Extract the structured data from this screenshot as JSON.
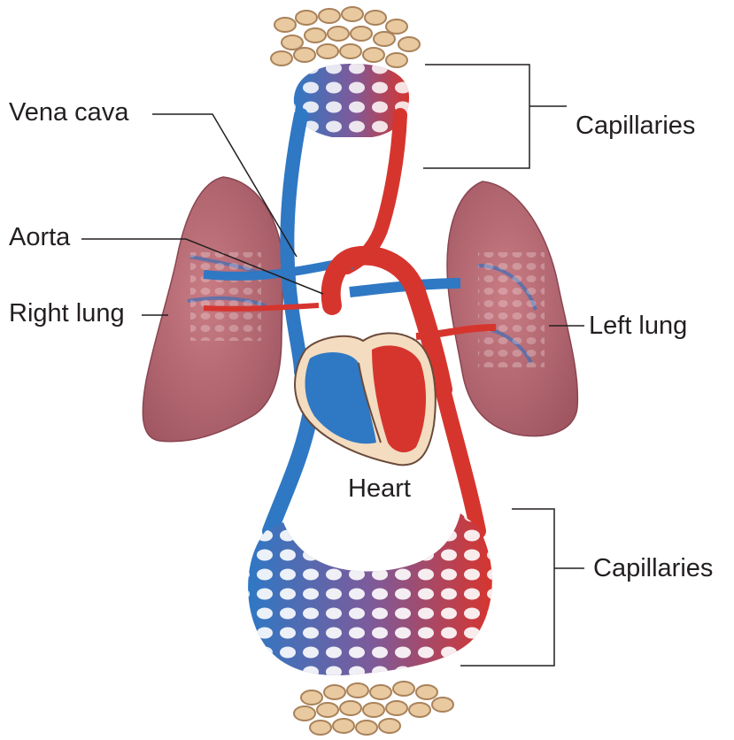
{
  "labels": {
    "vena_cava": "Vena cava",
    "aorta": "Aorta",
    "right_lung": "Right lung",
    "left_lung": "Left lung",
    "heart": "Heart",
    "capillaries_top": "Capillaries",
    "capillaries_bottom": "Capillaries"
  },
  "colors": {
    "deoxygenated": "#2f78c4",
    "oxygenated": "#d6352e",
    "lung": "#b86a72",
    "heart_tissue": "#f3dcc0",
    "cells": "#e8c9a0",
    "leader_line": "#231f20"
  }
}
